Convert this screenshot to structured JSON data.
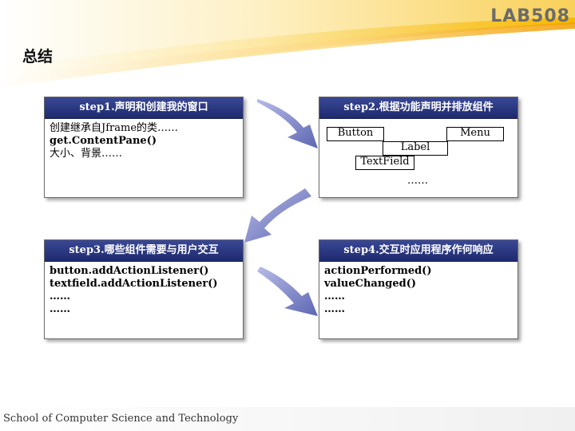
{
  "header": {
    "logo": "LAB508",
    "title": "总结"
  },
  "steps": [
    {
      "head": "step1.声明和创建我的窗口",
      "lines": [
        "创建继承自Jframe的类……",
        "get.ContentPane()",
        "大小、背景……"
      ]
    },
    {
      "head": "step2.根据功能声明并排放组件",
      "components": {
        "button": "Button",
        "menu": "Menu",
        "label": "Label",
        "textfield": "TextField"
      },
      "ellipsis": "……"
    },
    {
      "head": "step3.哪些组件需要与用户交互",
      "lines": [
        "button.addActionListener()",
        "textfield.addActionListener()",
        "……",
        "……"
      ]
    },
    {
      "head": "step4.交互时应用程序作何响应",
      "lines": [
        "actionPerformed()",
        "valueChanged()",
        "……",
        "……"
      ]
    }
  ],
  "footer": "School of Computer Science and Technology",
  "colors": {
    "header_bar": "#2a3580",
    "arrow": "#7a82c4",
    "swoosh": "#f5b400"
  }
}
